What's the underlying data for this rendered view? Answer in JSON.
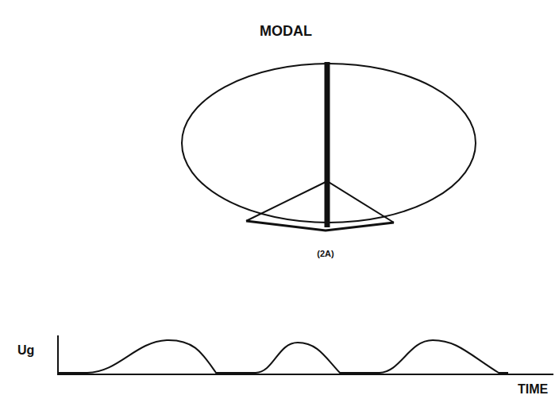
{
  "diagram": {
    "title": "MODAL",
    "labels": [
      "(2A)",
      "Ug",
      "TIME"
    ]
  }
}
